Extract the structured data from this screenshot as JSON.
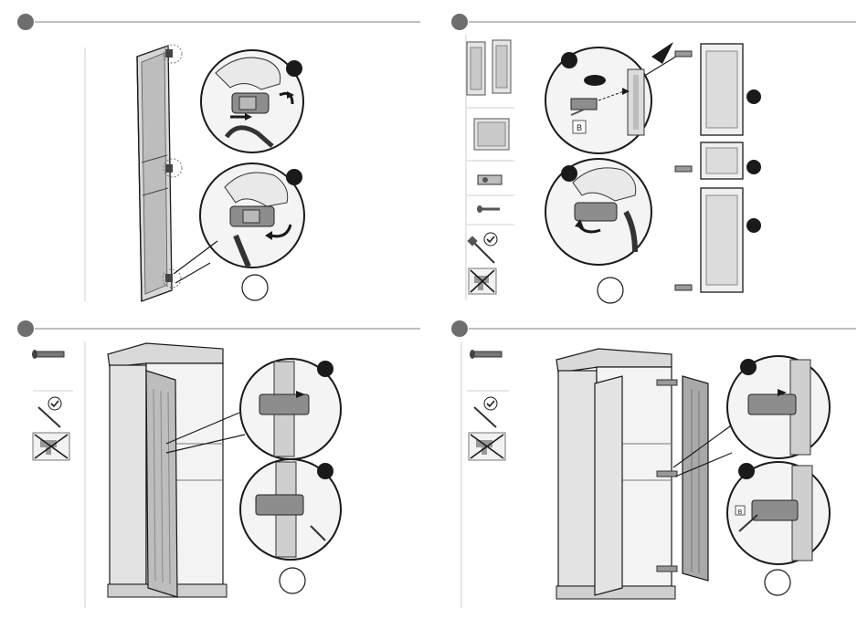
{
  "colors": {
    "ink": "#1a1a1a",
    "step_dot": "#6e6e6e",
    "rule": "#9a9a9a",
    "panel_fill": "#c9c9c9",
    "panel_dark": "#8a8a8a",
    "cabinet_fill": "#e3e3e3",
    "background": "#ffffff"
  },
  "icons": {
    "screw": "screw-icon",
    "screwdriver_allowed": "screwdriver-icon",
    "check": "check-icon",
    "power_drill_prohibited": "power-drill-prohibited-icon",
    "rotate_arrow": "rotate-arrow-icon",
    "hinge": "hinge-icon"
  },
  "steps": [
    {
      "id": "step-1",
      "detail_markers": 2,
      "part_tag": ""
    },
    {
      "id": "step-2",
      "detail_markers": 5,
      "part_tag": "B"
    },
    {
      "id": "step-3",
      "detail_markers": 2,
      "part_tag": ""
    },
    {
      "id": "step-4",
      "detail_markers": 2,
      "part_tag": "B"
    }
  ]
}
